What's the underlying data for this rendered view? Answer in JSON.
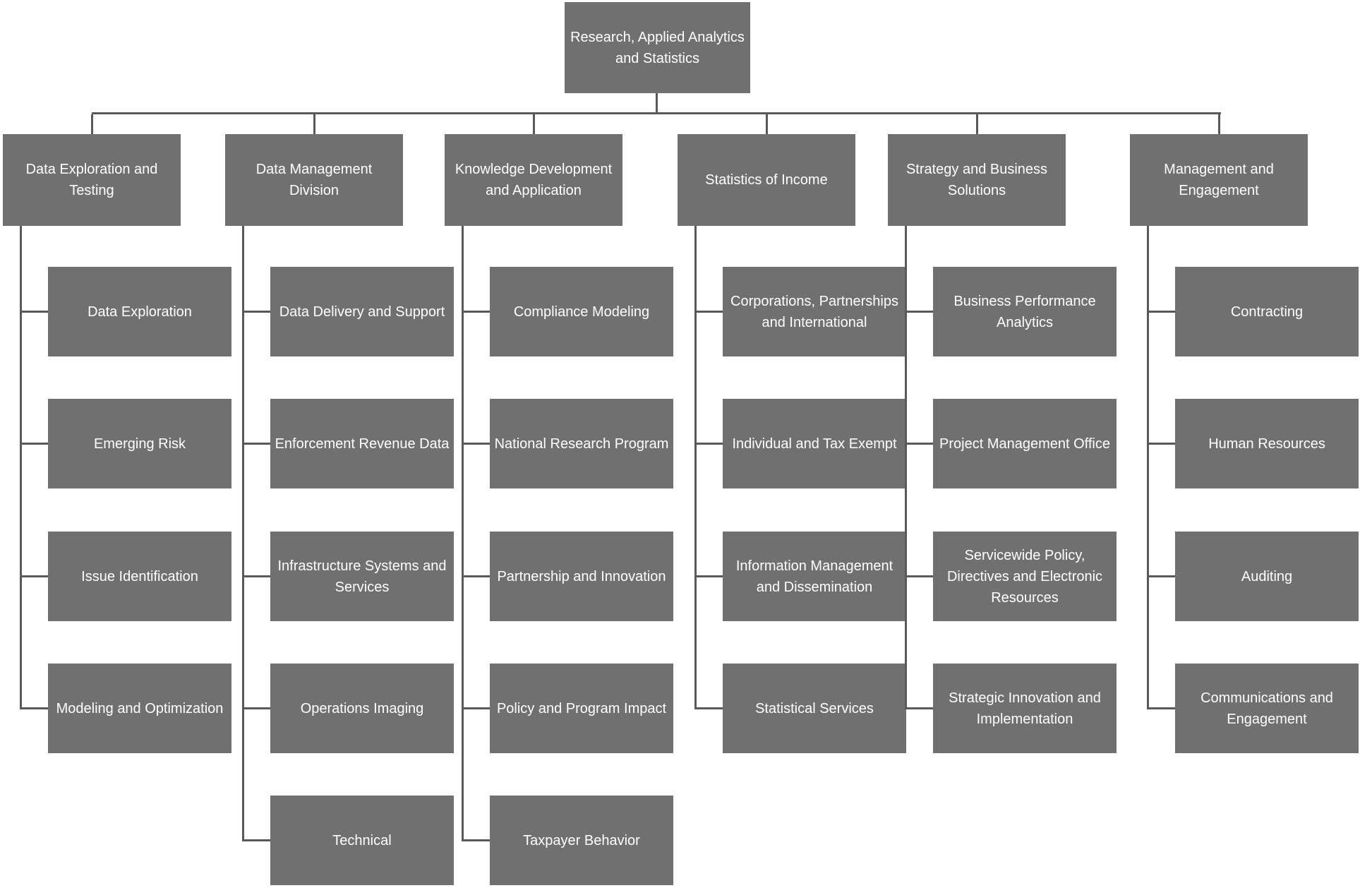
{
  "chart": {
    "root": {
      "label": "Research, Applied Analytics and Statistics"
    },
    "divisions": [
      {
        "label": "Data Exploration and Testing",
        "children": [
          "Data Exploration",
          "Emerging Risk",
          "Issue Identification",
          "Modeling and Optimization"
        ]
      },
      {
        "label": "Data Management Division",
        "children": [
          "Data Delivery and Support",
          "Enforcement Revenue Data",
          "Infrastructure Systems and Services",
          "Operations Imaging",
          "Technical"
        ]
      },
      {
        "label": "Knowledge Development and Application",
        "children": [
          "Compliance Modeling",
          "National Research Program",
          "Partnership and Innovation",
          "Policy and Program Impact",
          "Taxpayer Behavior"
        ]
      },
      {
        "label": "Statistics of Income",
        "children": [
          "Corporations, Partnerships and International",
          "Individual and Tax Exempt",
          "Information Management and Dissemination",
          "Statistical Services"
        ]
      },
      {
        "label": "Strategy and Business Solutions",
        "children": [
          "Business Performance Analytics",
          "Project Management Office",
          "Servicewide Policy, Directives and Electronic Resources",
          "Strategic Innovation and Implementation"
        ]
      },
      {
        "label": "Management and Engagement",
        "children": [
          "Contracting",
          "Human Resources",
          "Auditing",
          "Communications and Engagement"
        ]
      }
    ]
  },
  "colors": {
    "box_fill": "#707070",
    "box_text": "#ffffff",
    "connector": "#595959",
    "background": "#ffffff"
  }
}
